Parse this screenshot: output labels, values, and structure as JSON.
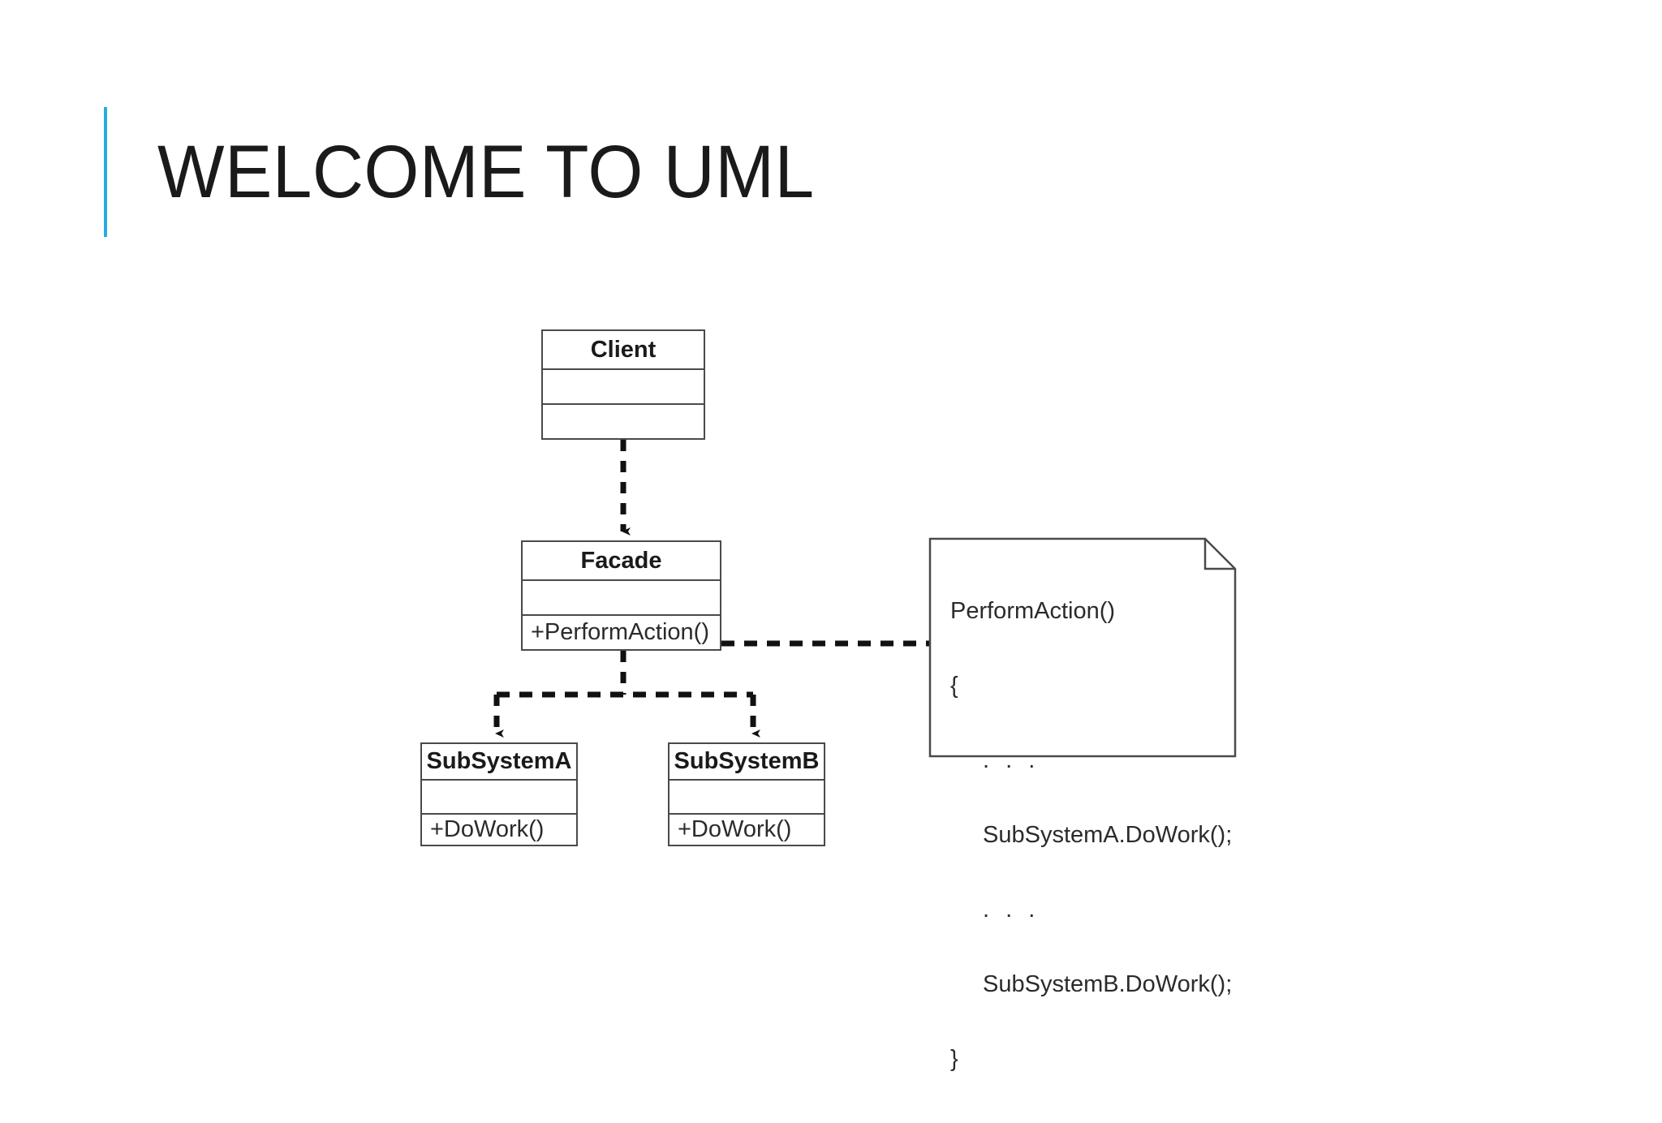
{
  "slide": {
    "title": "WELCOME TO UML",
    "accent_color": "#29ABE2",
    "background_color": "#FFFFFF",
    "stroke_color": "#4A4A4A"
  },
  "diagram": {
    "type": "uml-class-diagram",
    "pattern": "Facade",
    "classes": [
      {
        "id": "client",
        "name": "Client",
        "attributes": [],
        "operations": []
      },
      {
        "id": "facade",
        "name": "Facade",
        "attributes": [],
        "operations": [
          "+PerformAction()"
        ]
      },
      {
        "id": "subsystema",
        "name": "SubSystemA",
        "attributes": [],
        "operations": [
          "+DoWork()"
        ]
      },
      {
        "id": "subsystemb",
        "name": "SubSystemB",
        "attributes": [],
        "operations": [
          "+DoWork()"
        ]
      }
    ],
    "relationships": [
      {
        "from": "Client",
        "to": "Facade",
        "type": "dependency",
        "style": "dashed",
        "arrow": "filled"
      },
      {
        "from": "Facade",
        "to": "SubSystemA",
        "type": "dependency",
        "style": "dashed",
        "arrow": "filled"
      },
      {
        "from": "Facade",
        "to": "SubSystemB",
        "type": "dependency",
        "style": "dashed",
        "arrow": "filled"
      },
      {
        "from": "Facade",
        "to": "note",
        "type": "note-anchor",
        "style": "dashed",
        "arrow": "none"
      }
    ],
    "note": {
      "lines": [
        "PerformAction()",
        "{",
        ". . .",
        "SubSystemA.DoWork();",
        ". . .",
        "SubSystemB.DoWork();",
        "}"
      ],
      "signature": "PerformAction()",
      "open_brace": "{",
      "ellipsis_1": ". . .",
      "call_1": "SubSystemA.DoWork();",
      "ellipsis_2": ". . .",
      "call_2": "SubSystemB.DoWork();",
      "close_brace": "}"
    }
  }
}
